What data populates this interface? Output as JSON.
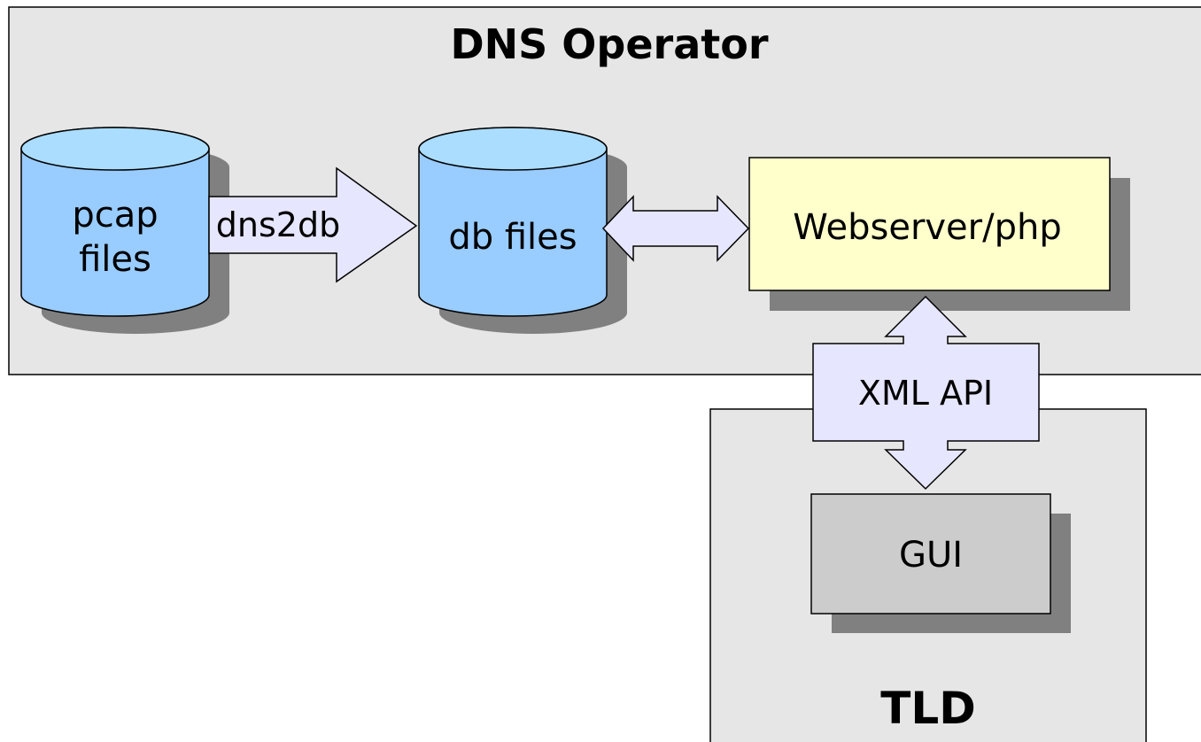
{
  "colors": {
    "background": "#ffffff",
    "container_fill": "#e6e6e6",
    "container_stroke": "#000000",
    "cylinder_fill": "#99ccff",
    "cylinder_top": "#aaddff",
    "arrow_fill": "#e6e6ff",
    "webserver_fill": "#ffffcc",
    "gui_fill": "#cccccc",
    "shadow": "#808080"
  },
  "groups": {
    "dns_operator": {
      "title": "DNS Operator"
    },
    "tld": {
      "title": "TLD"
    }
  },
  "nodes": {
    "pcap_files": {
      "line1": "pcap",
      "line2": "files",
      "shape": "cylinder"
    },
    "db_files": {
      "label": "db files",
      "shape": "cylinder"
    },
    "webserver": {
      "label": "Webserver/php",
      "shape": "box"
    },
    "gui": {
      "label": "GUI",
      "shape": "box"
    }
  },
  "edges": {
    "dns2db": {
      "label": "dns2db",
      "from": "pcap_files",
      "to": "db_files",
      "direction": "one-way"
    },
    "db_web": {
      "label": "",
      "from": "db_files",
      "to": "webserver",
      "direction": "two-way"
    },
    "xml_api": {
      "label": "XML API",
      "from": "webserver",
      "to": "gui",
      "direction": "two-way"
    }
  }
}
